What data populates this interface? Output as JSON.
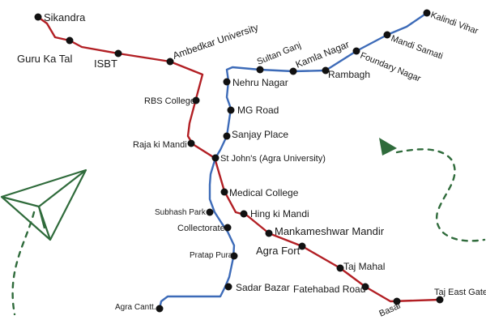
{
  "colors": {
    "red_line": "#b21f24",
    "blue_line": "#3d6bb8",
    "decoration_green": "#2f6b3b",
    "station_dot": "#111111"
  },
  "icons": {
    "paper_plane": "paper-plane-icon",
    "arrow": "arrow-head-icon"
  },
  "stations": {
    "sikandra": "Sikandra",
    "guru_ka_tal": "Guru Ka Tal",
    "isbt": "ISBT",
    "ambedkar_university": "Ambedkar University",
    "rbs_college": "RBS College",
    "raja_ki_mandi": "Raja ki Mandi",
    "st_johns": "St John's (Agra University)",
    "medical_college": "Medical College",
    "hing_ki_mandi": "Hing ki Mandi",
    "mankameshwar_mandir": "Mankameshwar Mandir",
    "agra_fort": "Agra Fort",
    "taj_mahal": "Taj Mahal",
    "fatehabad_road": "Fatehabad Road",
    "basai": "Basai",
    "taj_east_gate": "Taj East Gate",
    "agra_cantt": "Agra Cantt.",
    "sadar_bazar": "Sadar Bazar",
    "pratap_pura": "Pratap Pura",
    "collectorate": "Collectorate",
    "subhash_park": "Subhash Park",
    "sanjay_place": "Sanjay Place",
    "mg_road": "MG Road",
    "nehru_nagar": "Nehru Nagar",
    "sultan_ganj": "Sultan Ganj",
    "kamla_nagar": "Kamla Nagar",
    "rambagh": "Rambagh",
    "foundary_nagar": "Foundary Nagar",
    "mandi_samati": "Mandi Samati",
    "kalindi_vihar": "Kalindi Vihar"
  }
}
